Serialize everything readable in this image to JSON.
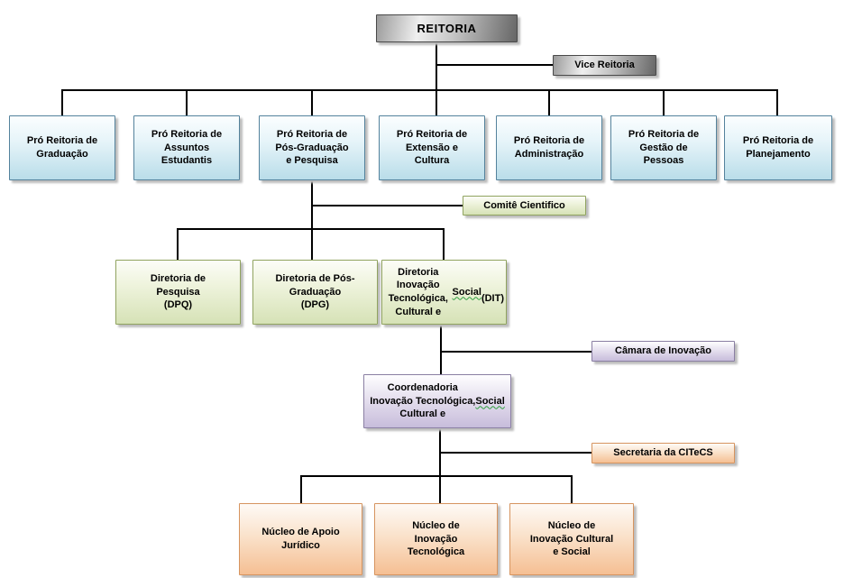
{
  "org_chart": {
    "root": {
      "label": "REITORIA"
    },
    "vice": {
      "label": "Vice Reitoria"
    },
    "pro_reitorias": [
      {
        "label": "Pró Reitoria de\nGraduação"
      },
      {
        "label": "Pró Reitoria de\nAssuntos\nEstudantis"
      },
      {
        "label": "Pró Reitoria de\nPós-Graduação\ne Pesquisa"
      },
      {
        "label": "Pró Reitoria de\nExtensão e\nCultura"
      },
      {
        "label": "Pró Reitoria de\nAdministração"
      },
      {
        "label": "Pró Reitoria de\nGestão de\nPessoas"
      },
      {
        "label": "Pró Reitoria de\nPlanejamento"
      }
    ],
    "comite": {
      "label": "Comitê Cientifico"
    },
    "diretorias": [
      {
        "label": "Diretoria de\nPesquisa\n(DPQ)"
      },
      {
        "label": "Diretoria de Pós-\nGraduação\n(DPG)"
      },
      {
        "label": "Diretoria Inovação\nTecnológica,\nCultural e Social\n(DIT)",
        "misspelled_word": "Social"
      }
    ],
    "camara": {
      "label": "Câmara de Inovação"
    },
    "coordenadoria": {
      "label": "Coordenadoria\nInovação Tecnológica,\nCultural e Social",
      "misspelled_word": "Social"
    },
    "secretaria": {
      "label": "Secretaria da CITeCS"
    },
    "nucleos": [
      {
        "label": "Núcleo de Apoio\nJurídico"
      },
      {
        "label": "Núcleo de\nInovação\nTecnológica"
      },
      {
        "label": "Núcleo de\nInovação Cultural\ne Social"
      }
    ]
  },
  "palette": {
    "pro_reitoria_fill": "#b9dde9",
    "pro_reitoria_border": "#54829c",
    "diretoria_fill": "#d6e2b6",
    "diretoria_border": "#90a35f",
    "coordenadoria_fill": "#c7bcdb",
    "coordenadoria_border": "#8a7fa3",
    "nucleo_fill": "#f5bf93",
    "nucleo_border": "#d6945f",
    "root_fill": "#9b9b9b",
    "root_border": "#494949",
    "connector": "#000000",
    "spellcheck_underline": "#2e9e3e"
  }
}
